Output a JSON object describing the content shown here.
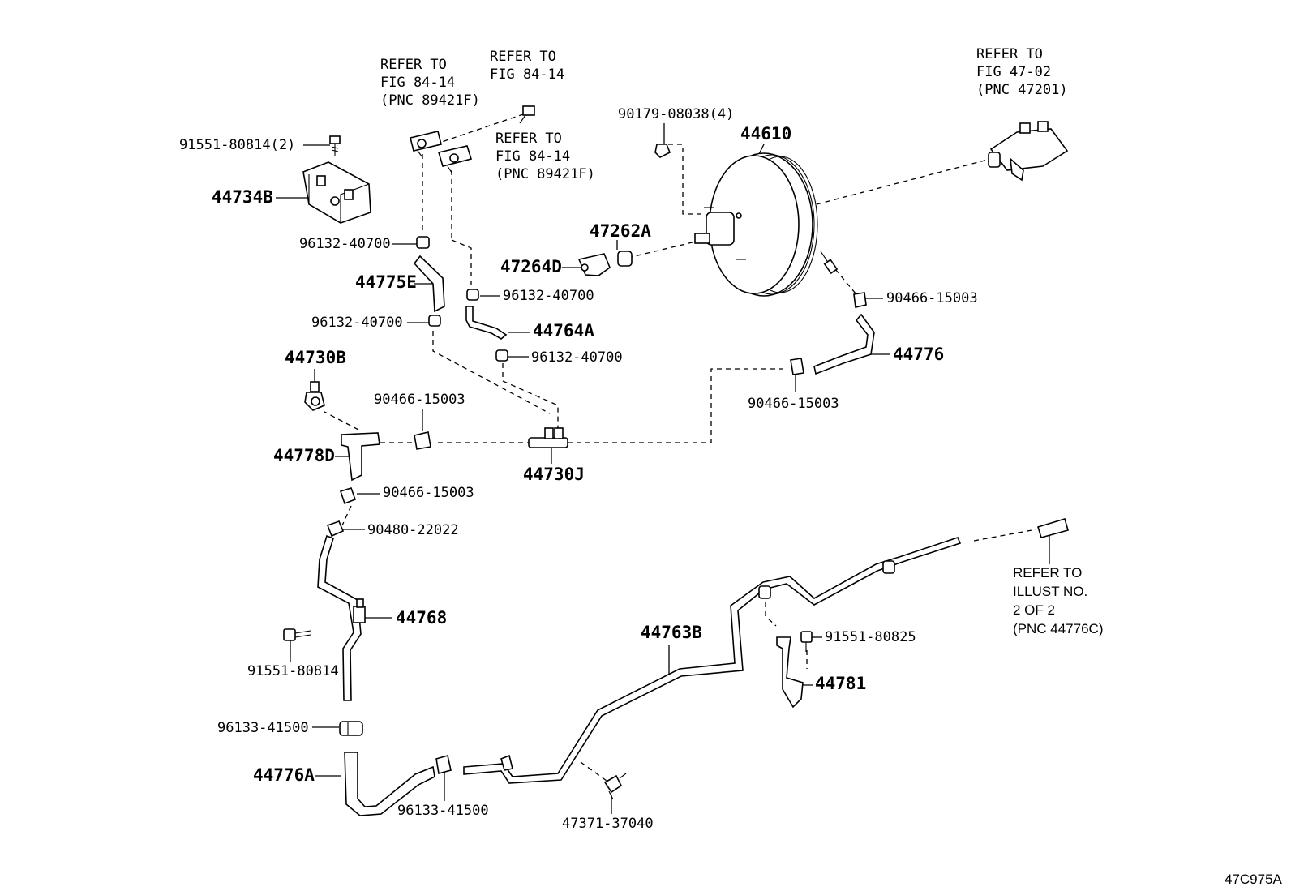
{
  "labels": {
    "ref_89421f_a": [
      "REFER TO",
      "FIG 84-14",
      "(PNC 89421F)"
    ],
    "ref_84_14": [
      "REFER TO",
      "FIG 84-14"
    ],
    "ref_89421f_b": [
      "REFER TO",
      "FIG 84-14",
      "(PNC 89421F)"
    ],
    "ref_47201": [
      "REFER TO",
      "FIG 47-02",
      "(PNC 47201)"
    ],
    "ref_44776c": [
      "REFER TO",
      "ILLUST NO.",
      "2 OF 2",
      "(PNC 44776C)"
    ],
    "p_91551_80814_2": "91551-80814(2)",
    "p_44734b": "44734B",
    "p_96132_40700_a": "96132-40700",
    "p_44775e": "44775E",
    "p_96132_40700_b": "96132-40700",
    "p_96132_40700_c": "96132-40700",
    "p_44764a": "44764A",
    "p_96132_40700_d": "96132-40700",
    "p_90179_08038_4": "90179-08038(4)",
    "p_44610": "44610",
    "p_47262a": "47262A",
    "p_47264d": "47264D",
    "p_90466_15003_a": "90466-15003",
    "p_44776": "44776",
    "p_90466_15003_b": "90466-15003",
    "p_44730b": "44730B",
    "p_90466_15003_c": "90466-15003",
    "p_44778d": "44778D",
    "p_44730j": "44730J",
    "p_90466_15003_d": "90466-15003",
    "p_90480_22022": "90480-22022",
    "p_44768": "44768",
    "p_91551_80814": "91551-80814",
    "p_44763b": "44763B",
    "p_91551_80825": "91551-80825",
    "p_44781": "44781",
    "p_96133_41500_a": "96133-41500",
    "p_44776a": "44776A",
    "p_96133_41500_b": "96133-41500",
    "p_47371_37040": "47371-37040",
    "diagram_id": "47C975A"
  }
}
